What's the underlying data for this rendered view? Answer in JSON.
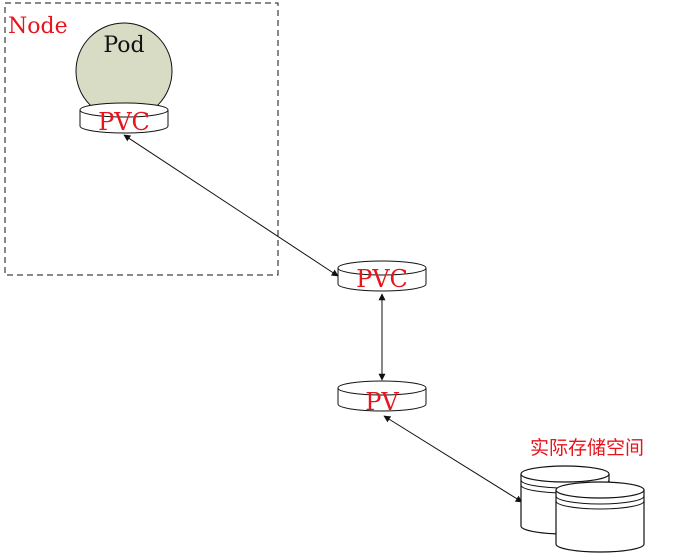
{
  "node": {
    "label": "Node"
  },
  "pod": {
    "label": "Pod"
  },
  "pvc_in_node": {
    "label": "PVC"
  },
  "pvc": {
    "label": "PVC"
  },
  "pv": {
    "label": "PV"
  },
  "storage": {
    "label": "实际存储空间"
  },
  "colors": {
    "label_red": "#e8141c",
    "pod_fill": "#d8dcc4",
    "line": "#111111",
    "background": "#ffffff"
  }
}
